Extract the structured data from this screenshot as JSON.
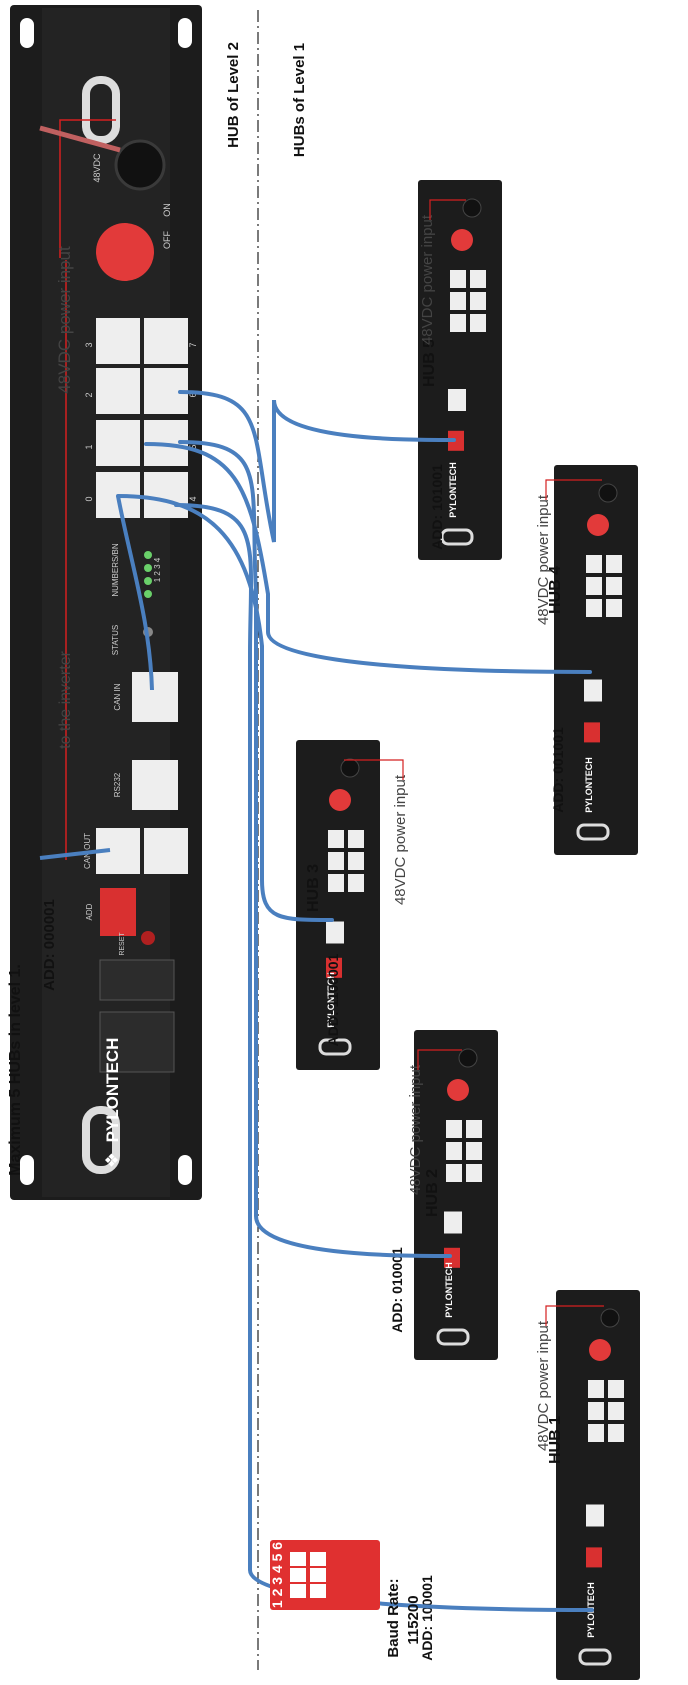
{
  "diagram": {
    "title": "Maximum 5 HUBs in level 1.",
    "level2_label": "HUB of Level 2",
    "level1_label": "HUBs of Level 1",
    "inverter_label": "to the inverter",
    "power_label": "48VDC power input",
    "baud_label_1": "Baud Rate:",
    "baud_label_2": "115200",
    "dip_numbers": "1 2 3 4 5 6",
    "main_hub": {
      "address": "ADD: 000001",
      "brand": "PYLONTECH",
      "ports": [
        "0",
        "1",
        "2",
        "3",
        "4",
        "5",
        "6",
        "7"
      ],
      "labels": {
        "can_out": "CAN OUT",
        "rs232": "RS232",
        "can_in": "CAN IN",
        "status": "STATUS",
        "numbers": "NUMBERS/BN",
        "add": "ADD",
        "reset": "RESET",
        "on": "ON",
        "off": "OFF",
        "volt": "48VDC",
        "led_nums": "1 2 3 4"
      }
    },
    "hubs": [
      {
        "name": "HUB 1",
        "address": "ADD: 100001"
      },
      {
        "name": "HUB 2",
        "address": "ADD: 010001"
      },
      {
        "name": "HUB 3",
        "address": "ADD: 1100001"
      },
      {
        "name": "HUB 4",
        "address": "ADD: 001001"
      },
      {
        "name": "HUB 5",
        "address": "ADD: 101001"
      }
    ]
  },
  "colors": {
    "device": "#1c1c1c",
    "cable": "#4a7fbf",
    "power_arrow": "#d42020",
    "switch_red": "#e23a3a"
  }
}
